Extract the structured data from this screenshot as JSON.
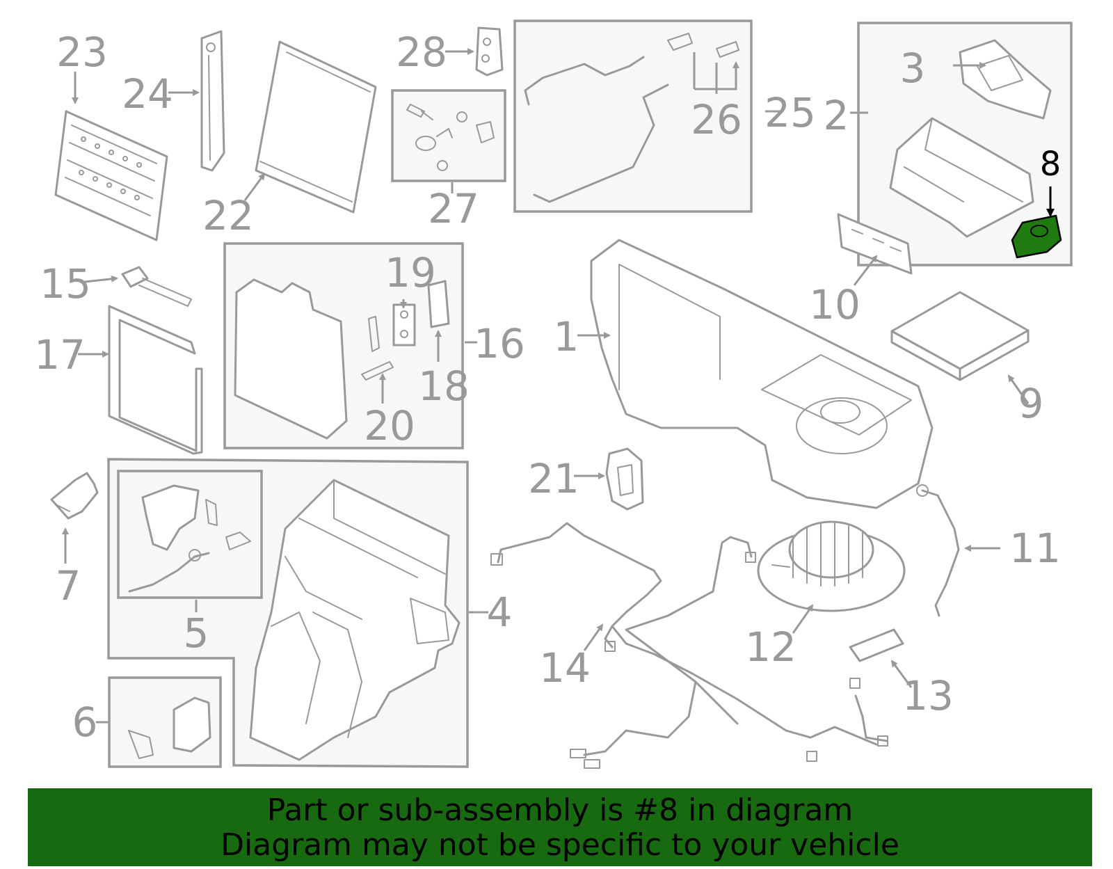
{
  "diagram": {
    "callouts": [
      "1",
      "2",
      "3",
      "4",
      "5",
      "6",
      "7",
      "8",
      "9",
      "10",
      "11",
      "12",
      "13",
      "14",
      "15",
      "16",
      "17",
      "18",
      "19",
      "20",
      "21",
      "22",
      "23",
      "24",
      "25",
      "26",
      "27",
      "28"
    ],
    "highlighted_part": "8",
    "highlight_color": "#1f7a0f",
    "line_color": "#999999"
  },
  "banner": {
    "line1": "Part or sub-assembly is #8 in diagram",
    "line2": "Diagram may not be specific to your vehicle",
    "background": "#186a10"
  }
}
